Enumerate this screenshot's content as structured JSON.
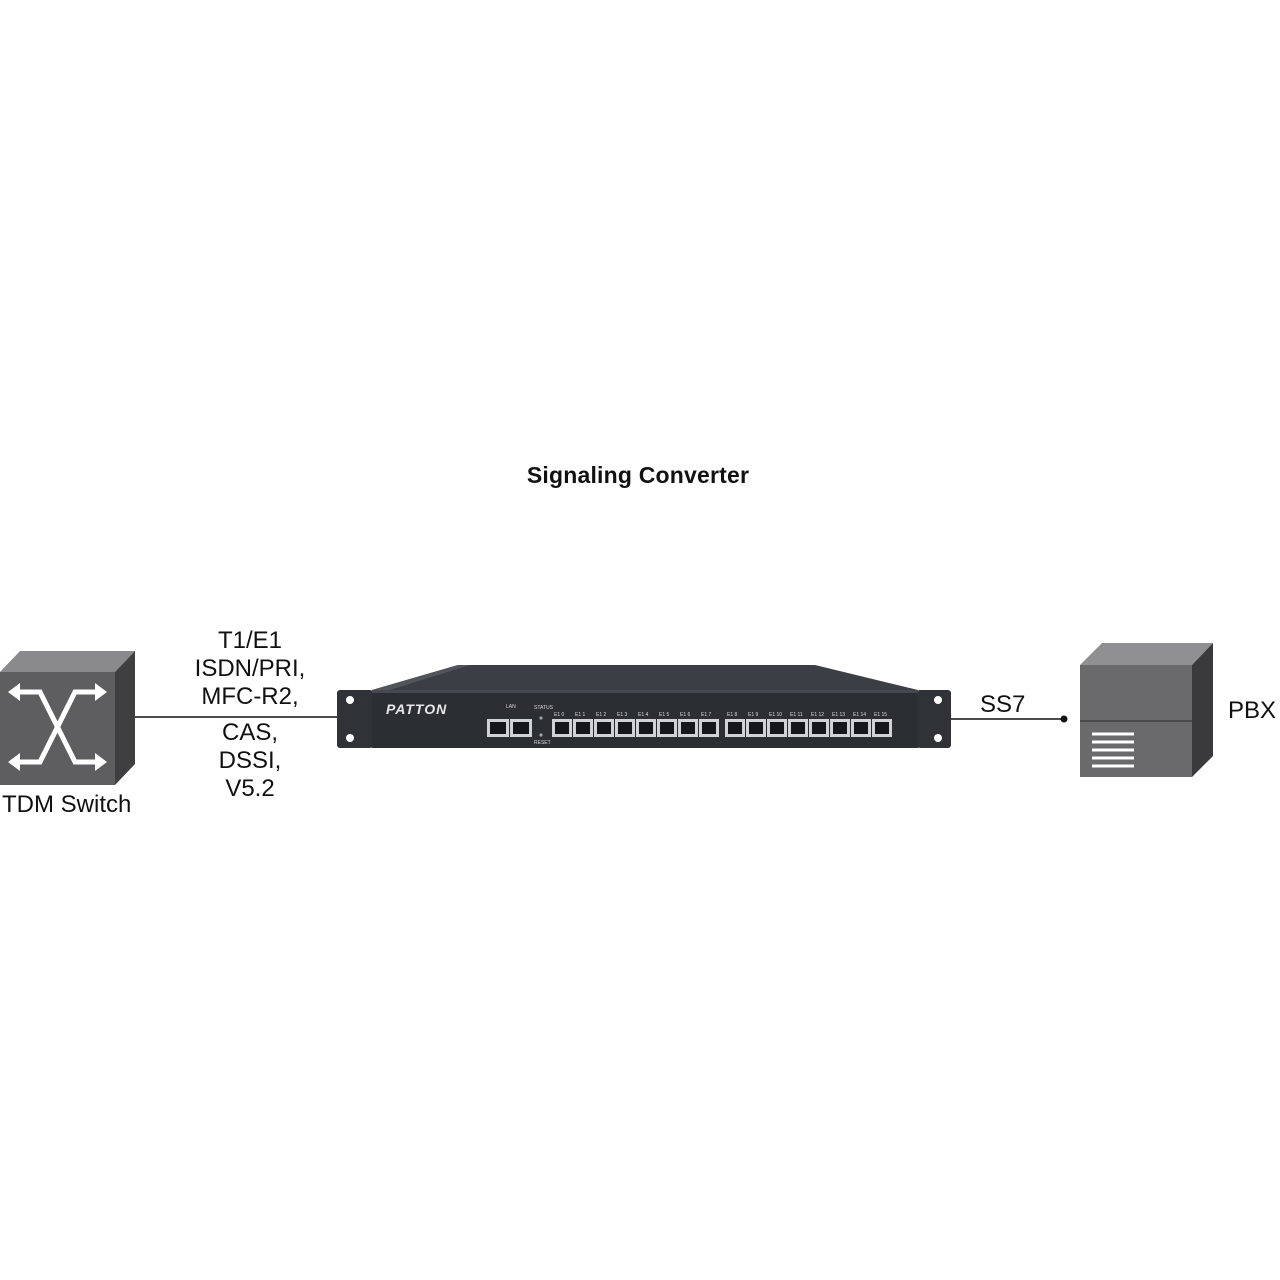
{
  "title": "Signaling Converter",
  "nodes": {
    "tdm_switch": {
      "label": "TDM Switch"
    },
    "device": {
      "brand": "PATTON",
      "lan_label": "LAN",
      "status_label": "STATUS",
      "reset_label": "RESET",
      "port_labels": [
        "E1 0",
        "E1 1",
        "E1 2",
        "E1 3",
        "E1 4",
        "E1 5",
        "E1 6",
        "E1 7",
        "E1 8",
        "E1 9",
        "E1 10",
        "E1 11",
        "E1 12",
        "E1 13",
        "E1 14",
        "E1 15"
      ]
    },
    "pbx": {
      "label": "PBX"
    }
  },
  "links": {
    "left": {
      "protocols": [
        "T1/E1",
        "ISDN/PRI,",
        "MFC-R2,",
        "CAS,",
        "DSSI,",
        "V5.2"
      ]
    },
    "right": {
      "protocol": "SS7"
    }
  },
  "colors": {
    "switch_front": "#5e5e60",
    "switch_top": "#8a8a8c",
    "switch_side": "#3f3f41",
    "device_body": "#2b2e33",
    "pbx_front": "#6a6a6c",
    "pbx_top": "#909092",
    "pbx_side": "#3a3a3c"
  }
}
